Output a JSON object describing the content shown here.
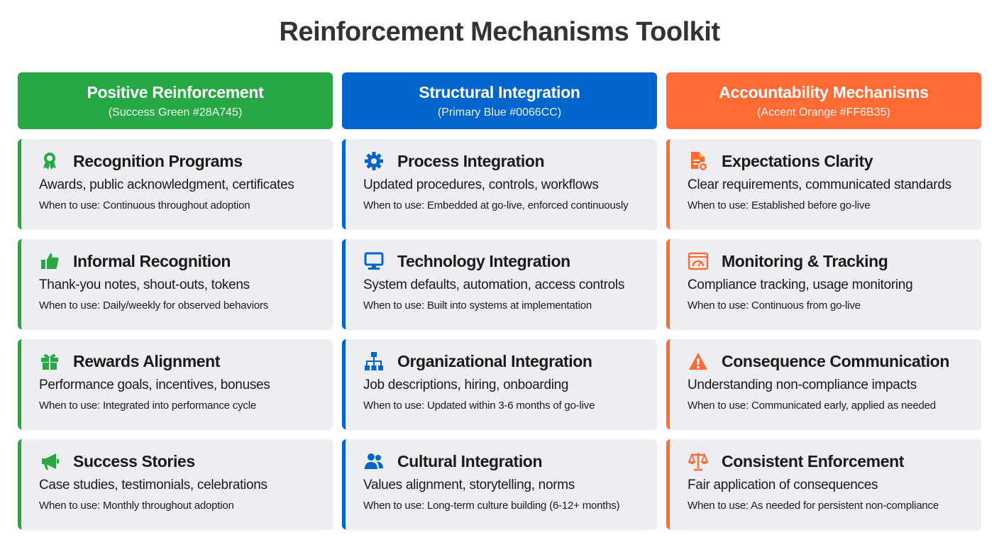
{
  "title": "Reinforcement Mechanisms Toolkit",
  "columns": [
    {
      "title": "Positive Reinforcement",
      "subtitle": "(Success Green #28A745)",
      "color": "#28A745",
      "cards": [
        {
          "icon": "award-ribbon-icon",
          "title": "Recognition Programs",
          "desc": "Awards, public acknowledgment, certificates",
          "when": "When to use: Continuous throughout adoption"
        },
        {
          "icon": "thumbs-up-icon",
          "title": "Informal Recognition",
          "desc": "Thank-you notes, shout-outs, tokens",
          "when": "When to use: Daily/weekly for observed behaviors"
        },
        {
          "icon": "gift-icon",
          "title": "Rewards Alignment",
          "desc": "Performance goals, incentives, bonuses",
          "when": "When to use: Integrated into performance cycle"
        },
        {
          "icon": "megaphone-icon",
          "title": "Success Stories",
          "desc": "Case studies, testimonials, celebrations",
          "when": "When to use: Monthly throughout adoption"
        }
      ]
    },
    {
      "title": "Structural Integration",
      "subtitle": "(Primary Blue #0066CC)",
      "color": "#0066CC",
      "cards": [
        {
          "icon": "gear-icon",
          "title": "Process Integration",
          "desc": "Updated procedures, controls, workflows",
          "when": "When to use: Embedded at go-live, enforced continuously"
        },
        {
          "icon": "monitor-icon",
          "title": "Technology Integration",
          "desc": "System defaults, automation, access controls",
          "when": "When to use: Built into systems at implementation"
        },
        {
          "icon": "org-chart-icon",
          "title": "Organizational Integration",
          "desc": "Job descriptions, hiring, onboarding",
          "when": "When to use: Updated within 3-6 months of go-live"
        },
        {
          "icon": "users-icon",
          "title": "Cultural Integration",
          "desc": "Values alignment, storytelling, norms",
          "when": "When to use: Long-term culture building (6-12+ months)"
        }
      ]
    },
    {
      "title": "Accountability Mechanisms",
      "subtitle": "(Accent Orange #FF6B35)",
      "color": "#FF6B35",
      "cards": [
        {
          "icon": "document-star-icon",
          "title": "Expectations Clarity",
          "desc": "Clear requirements, communicated standards",
          "when": "When to use: Established before go-live"
        },
        {
          "icon": "dashboard-gauge-icon",
          "title": "Monitoring & Tracking",
          "desc": "Compliance tracking, usage monitoring",
          "when": "When to use: Continuous from go-live"
        },
        {
          "icon": "warning-icon",
          "title": "Consequence Communication",
          "desc": "Understanding non-compliance impacts",
          "when": "When to use: Communicated early, applied as needed"
        },
        {
          "icon": "scales-icon",
          "title": "Consistent Enforcement",
          "desc": "Fair application of consequences",
          "when": "When to use: As needed for persistent non-compliance"
        }
      ]
    }
  ]
}
